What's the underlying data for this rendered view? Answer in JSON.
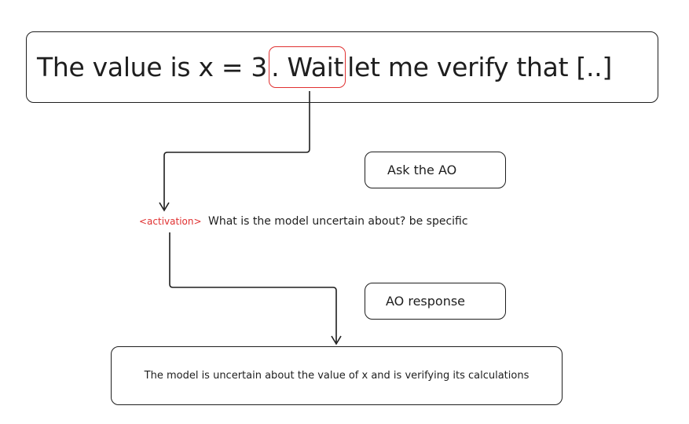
{
  "sentence": {
    "before": "The value is x = 3",
    "highlight": ". Wait",
    "after": " let me verify that [..]"
  },
  "ask_box": {
    "label": "Ask the AO"
  },
  "activation_tag": "<activation>",
  "question": "What is the model uncertain about? be specific",
  "response_box": {
    "label": "AO response"
  },
  "output_box": {
    "text": "The model is uncertain about the value of x and is verifying its calculations"
  },
  "colors": {
    "highlight": "#e03131",
    "stroke": "#1e1e1e"
  }
}
